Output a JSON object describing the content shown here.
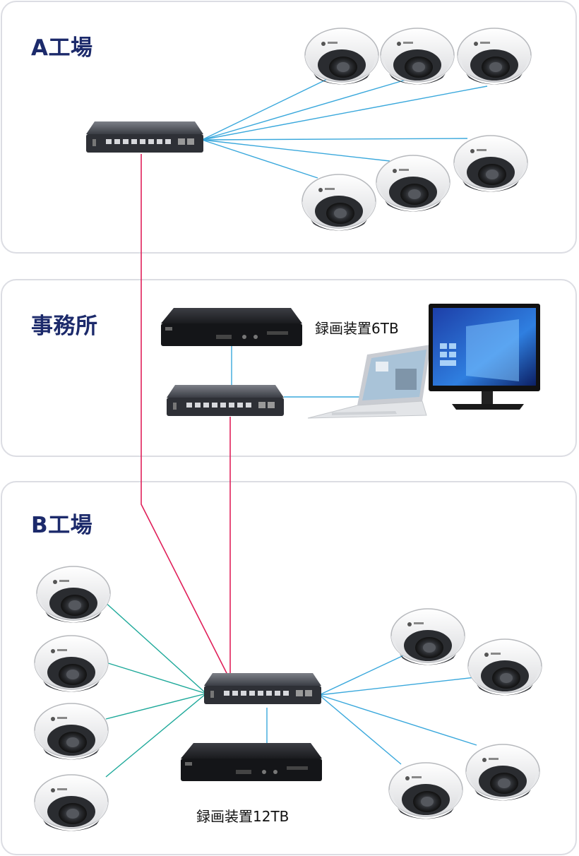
{
  "sections": [
    {
      "id": "factory-a",
      "title": "A工場"
    },
    {
      "id": "office",
      "title": "事務所"
    },
    {
      "id": "factory-b",
      "title": "B工場"
    }
  ],
  "devices": {
    "recorder_6tb_label": "録画装置6TB",
    "recorder_12tb_label": "録画装置12TB"
  },
  "colors": {
    "title": "#1c2a6b",
    "camera_link_blue": "#3aa8dc",
    "camera_link_green": "#1ea99a",
    "backbone_red": "#e0205a",
    "panel_border": "#dcdde3"
  },
  "camera_count": {
    "factory_a": 6,
    "factory_b": 8
  }
}
